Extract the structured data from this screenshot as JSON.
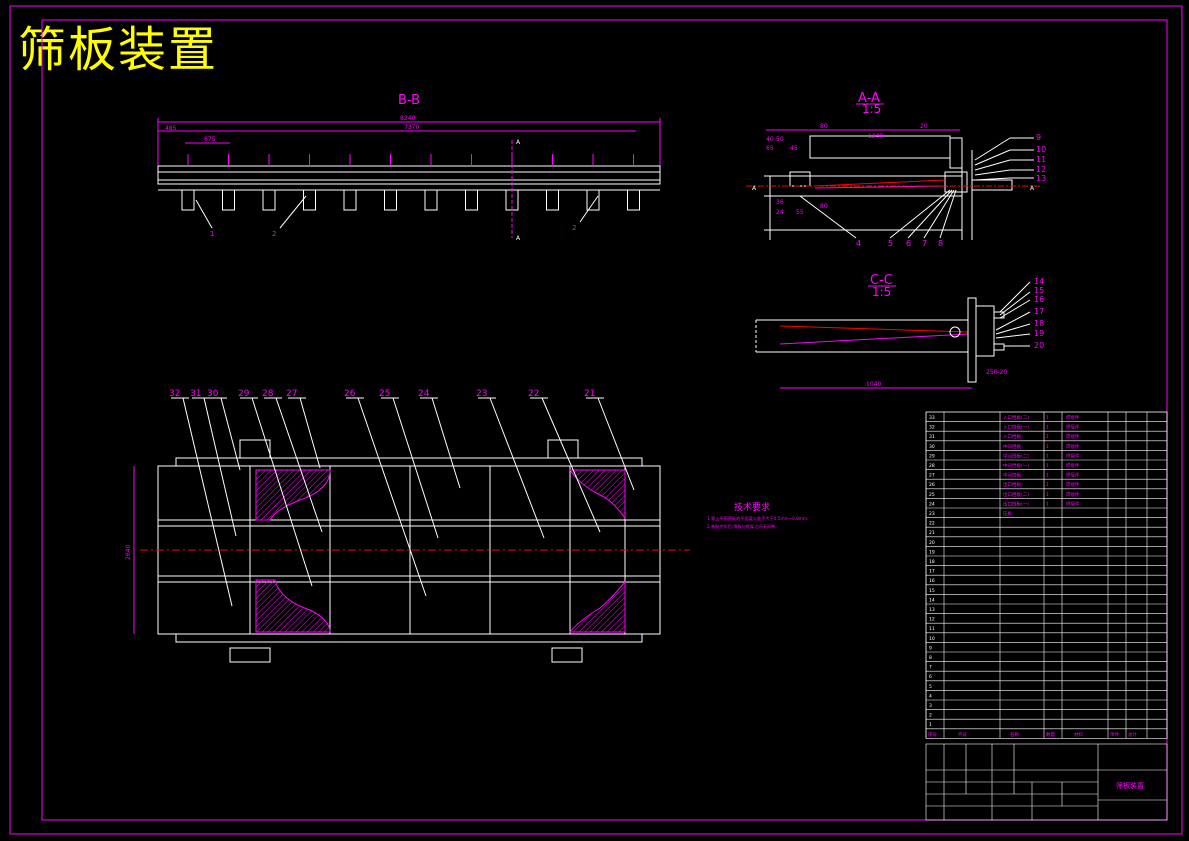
{
  "title": "筛板装置",
  "views": {
    "bb": {
      "label": "B-B",
      "dims": [
        "8240",
        "7370",
        "485",
        "675"
      ],
      "callouts": [
        "1",
        "2",
        "2"
      ],
      "markers": [
        "A",
        "A"
      ]
    },
    "aa": {
      "label": "A-A",
      "scale": "1:5",
      "callouts": [
        "9",
        "10",
        "11",
        "12",
        "13",
        "4",
        "5",
        "6",
        "7",
        "8"
      ],
      "marker": "A",
      "dims": [
        "80",
        "50",
        "40",
        "1240",
        "20",
        "65",
        "45",
        "36",
        "24",
        "55",
        "80"
      ]
    },
    "cc": {
      "label": "C-C",
      "scale": "1:5",
      "callouts": [
        "14",
        "15",
        "16",
        "17",
        "18",
        "19",
        "20"
      ],
      "dims": [
        "1040",
        "250-20"
      ]
    }
  },
  "plan": {
    "callouts": [
      "32",
      "31",
      "30",
      "29",
      "28",
      "27",
      "26",
      "25",
      "24",
      "23",
      "22",
      "21"
    ],
    "dim_vertical": "2640"
  },
  "tech_req": {
    "heading": "技术要求",
    "lines": [
      "1.筛上平面筛板的平面度公差不大于0.5mm~0.8mm;",
      "2.装配完毕后,筛板与框架之间无间隙。"
    ]
  },
  "parts_table": {
    "rows": [
      [
        "33",
        "",
        "入口挡板(二)",
        "1",
        "焊接件",
        "",
        ""
      ],
      [
        "32",
        "",
        "入口挡板(一)",
        "1",
        "焊接件",
        "",
        ""
      ],
      [
        "31",
        "",
        "入口挡板",
        "1",
        "焊接件",
        "",
        ""
      ],
      [
        "30",
        "",
        "中间挡板",
        "1",
        "焊接件",
        "",
        ""
      ],
      [
        "29",
        "",
        "中间挡板(二)",
        "1",
        "焊接件",
        "",
        ""
      ],
      [
        "28",
        "",
        "中间挡板(一)",
        "1",
        "焊接件",
        "",
        ""
      ],
      [
        "27",
        "",
        "中间挡板",
        "1",
        "焊接件",
        "",
        ""
      ],
      [
        "26",
        "",
        "出口挡板",
        "1",
        "焊接件",
        "",
        ""
      ],
      [
        "25",
        "",
        "出口挡板(二)",
        "1",
        "焊接件",
        "",
        ""
      ],
      [
        "24",
        "",
        "出口挡板(一)",
        "1",
        "焊接件",
        "",
        ""
      ],
      [
        "23",
        "",
        "压板",
        "",
        "",
        "",
        ""
      ],
      [
        "22",
        "",
        "",
        "",
        "",
        "",
        ""
      ],
      [
        "21",
        "",
        "",
        "",
        "",
        "",
        ""
      ],
      [
        "20",
        "",
        "",
        "",
        "",
        "",
        ""
      ],
      [
        "19",
        "",
        "",
        "",
        "",
        "",
        ""
      ],
      [
        "18",
        "",
        "",
        "",
        "",
        "",
        ""
      ],
      [
        "17",
        "",
        "",
        "",
        "",
        "",
        ""
      ],
      [
        "16",
        "",
        "",
        "",
        "",
        "",
        ""
      ],
      [
        "15",
        "",
        "",
        "",
        "",
        "",
        ""
      ],
      [
        "14",
        "",
        "",
        "",
        "",
        "",
        ""
      ],
      [
        "13",
        "",
        "",
        "",
        "",
        "",
        ""
      ],
      [
        "12",
        "",
        "",
        "",
        "",
        "",
        ""
      ],
      [
        "11",
        "",
        "",
        "",
        "",
        "",
        ""
      ],
      [
        "10",
        "",
        "",
        "",
        "",
        "",
        ""
      ],
      [
        "9",
        "",
        "",
        "",
        "",
        "",
        ""
      ],
      [
        "8",
        "",
        "",
        "",
        "",
        "",
        ""
      ],
      [
        "7",
        "",
        "",
        "",
        "",
        "",
        ""
      ],
      [
        "6",
        "",
        "",
        "",
        "",
        "",
        ""
      ],
      [
        "5",
        "",
        "",
        "",
        "",
        "",
        ""
      ],
      [
        "4",
        "",
        "",
        "",
        "",
        "",
        ""
      ],
      [
        "3",
        "",
        "",
        "",
        "",
        "",
        ""
      ],
      [
        "2",
        "",
        "",
        "",
        "",
        "",
        ""
      ],
      [
        "1",
        "",
        "",
        "",
        "",
        "",
        ""
      ]
    ],
    "header": [
      "序号",
      "代号",
      "名称",
      "数量",
      "材料",
      "单件",
      "总计"
    ],
    "title_cells": {
      "drawing_title": "筛板装置"
    }
  },
  "colors": {
    "background": "#000000",
    "frame": "#ff00ff",
    "lines": "#ffffff",
    "callout": "#ff00ff",
    "title": "#ffff00",
    "dim": "#ff00ff",
    "centerline": "#ff0000",
    "hatch": "#ff00ff"
  }
}
